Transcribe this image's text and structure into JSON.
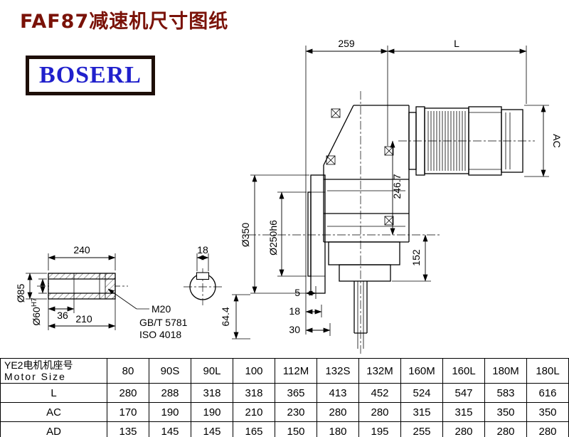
{
  "title": "FAF87减速机尺寸图纸",
  "logo_text": "BOSERL",
  "dims": {
    "top_259": "259",
    "top_L": "L",
    "ac": "AC",
    "dia_350": "Ø350",
    "dia_250": "Ø250h6",
    "h_246": "246.7",
    "h_152": "152",
    "b_5": "5",
    "b_18": "18",
    "b_30": "30",
    "h_64": "64.4",
    "shaft_240": "240",
    "key_18": "18",
    "dia_85": "Ø85",
    "dia_60": "Ø60",
    "dia_60_tol": "H7",
    "len_36": "36",
    "len_210": "210",
    "thread": "M20",
    "std_gb": "GB/T 5781",
    "std_iso": "ISO 4018"
  },
  "table": {
    "header_line1": "YE2电机机座号",
    "header_line2": "Motor Size",
    "sizes": [
      "80",
      "90S",
      "90L",
      "100",
      "112M",
      "132S",
      "132M",
      "160M",
      "160L",
      "180M",
      "180L"
    ],
    "rows": [
      {
        "label": "L",
        "values": [
          "280",
          "288",
          "318",
          "318",
          "365",
          "413",
          "452",
          "524",
          "547",
          "583",
          "616"
        ]
      },
      {
        "label": "AC",
        "values": [
          "170",
          "190",
          "190",
          "210",
          "230",
          "280",
          "280",
          "315",
          "315",
          "350",
          "350"
        ]
      },
      {
        "label": "AD",
        "values": [
          "135",
          "145",
          "145",
          "165",
          "150",
          "180",
          "195",
          "255",
          "280",
          "280",
          "280"
        ]
      }
    ]
  }
}
